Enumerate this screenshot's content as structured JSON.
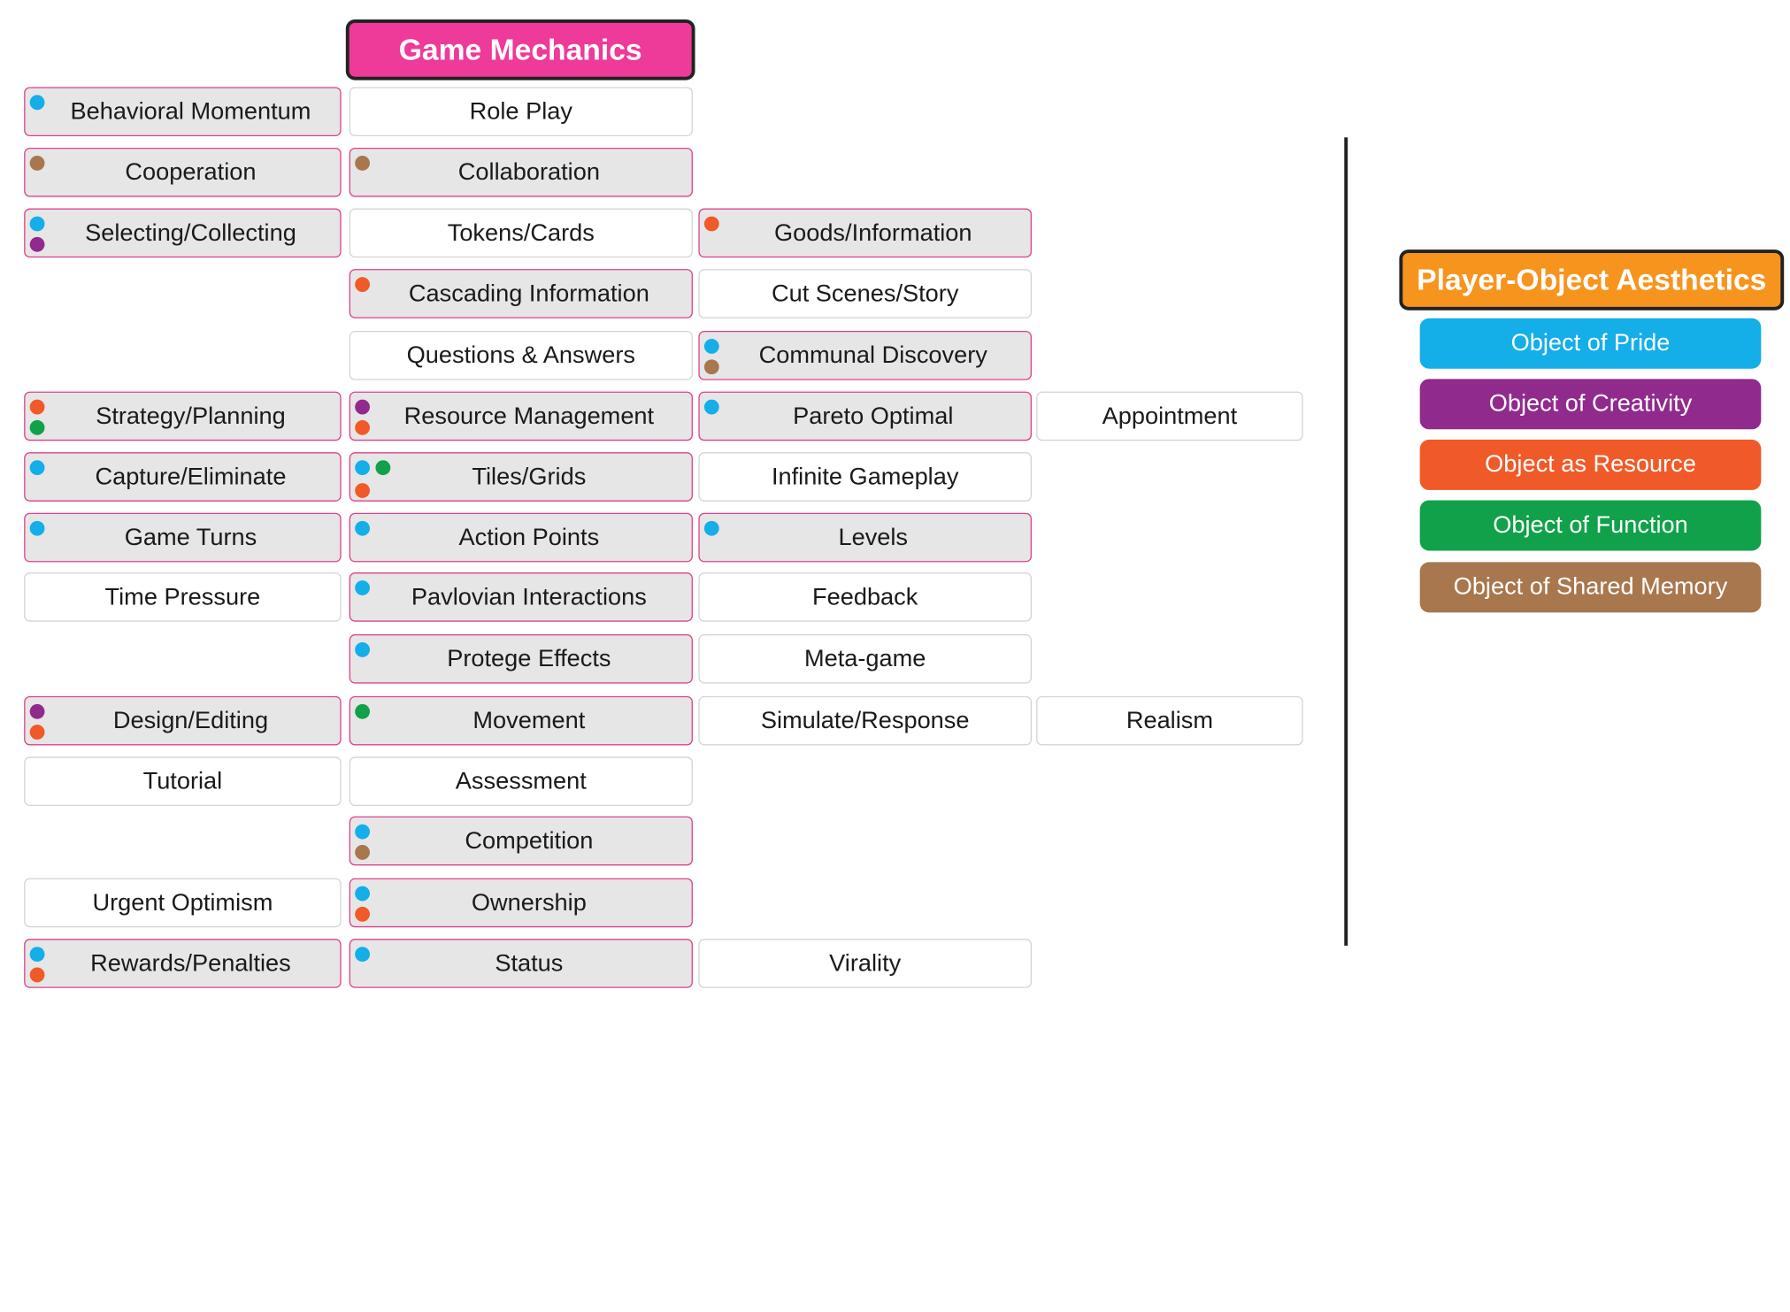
{
  "titles": {
    "game_mechanics": "Game Mechanics",
    "player_object_aesthetics": "Player-Object Aesthetics"
  },
  "aesthetics": [
    {
      "key": "pride",
      "label": "Object of Pride",
      "color": "#14aee8"
    },
    {
      "key": "creativity",
      "label": "Object of Creativity",
      "color": "#902a8c"
    },
    {
      "key": "resource",
      "label": "Object as Resource",
      "color": "#f05a28"
    },
    {
      "key": "function",
      "label": "Object of Function",
      "color": "#10a14a"
    },
    {
      "key": "memory",
      "label": "Object of Shared Memory",
      "color": "#a8774e"
    }
  ],
  "colors": {
    "title_game_mechanics": "#ee3a98",
    "title_aesthetics": "#f7941d",
    "highlight_border": "#e0408a"
  },
  "mechanics": [
    {
      "label": "Behavioral Momentum",
      "col": 0,
      "row": 0,
      "hl": true,
      "dots": [
        "pride"
      ]
    },
    {
      "label": "Role Play",
      "col": 1,
      "row": 0,
      "hl": false,
      "dots": []
    },
    {
      "label": "Cooperation",
      "col": 0,
      "row": 1,
      "hl": true,
      "dots": [
        "memory"
      ]
    },
    {
      "label": "Collaboration",
      "col": 1,
      "row": 1,
      "hl": true,
      "dots": [
        "memory"
      ]
    },
    {
      "label": "Selecting/Collecting",
      "col": 0,
      "row": 2,
      "hl": true,
      "dots": [
        "pride",
        "creativity"
      ]
    },
    {
      "label": "Tokens/Cards",
      "col": 1,
      "row": 2,
      "hl": false,
      "dots": []
    },
    {
      "label": "Goods/Information",
      "col": 2,
      "row": 2,
      "hl": true,
      "dots": [
        "resource"
      ]
    },
    {
      "label": "Cascading Information",
      "col": 1,
      "row": 3,
      "hl": true,
      "dots": [
        "resource"
      ]
    },
    {
      "label": "Cut Scenes/Story",
      "col": 2,
      "row": 3,
      "hl": false,
      "dots": []
    },
    {
      "label": "Questions & Answers",
      "col": 1,
      "row": 4,
      "hl": false,
      "dots": []
    },
    {
      "label": "Communal Discovery",
      "col": 2,
      "row": 4,
      "hl": true,
      "dots": [
        "pride",
        "memory"
      ]
    },
    {
      "label": "Strategy/Planning",
      "col": 0,
      "row": 5,
      "hl": true,
      "dots": [
        "resource",
        "function"
      ]
    },
    {
      "label": "Resource Management",
      "col": 1,
      "row": 5,
      "hl": true,
      "dots": [
        "creativity",
        "resource"
      ]
    },
    {
      "label": "Pareto Optimal",
      "col": 2,
      "row": 5,
      "hl": true,
      "dots": [
        "pride"
      ]
    },
    {
      "label": "Appointment",
      "col": 3,
      "row": 5,
      "hl": false,
      "dots": []
    },
    {
      "label": "Capture/Eliminate",
      "col": 0,
      "row": 6,
      "hl": true,
      "dots": [
        "pride"
      ]
    },
    {
      "label": "Tiles/Grids",
      "col": 1,
      "row": 6,
      "hl": true,
      "dots": [
        "pride",
        "function",
        "resource"
      ]
    },
    {
      "label": "Infinite Gameplay",
      "col": 2,
      "row": 6,
      "hl": false,
      "dots": []
    },
    {
      "label": "Game Turns",
      "col": 0,
      "row": 7,
      "hl": true,
      "dots": [
        "pride"
      ]
    },
    {
      "label": "Action Points",
      "col": 1,
      "row": 7,
      "hl": true,
      "dots": [
        "pride"
      ]
    },
    {
      "label": "Levels",
      "col": 2,
      "row": 7,
      "hl": true,
      "dots": [
        "pride"
      ]
    },
    {
      "label": "Time Pressure",
      "col": 0,
      "row": 8,
      "hl": false,
      "dots": []
    },
    {
      "label": "Pavlovian Interactions",
      "col": 1,
      "row": 8,
      "hl": true,
      "dots": [
        "pride"
      ]
    },
    {
      "label": "Feedback",
      "col": 2,
      "row": 8,
      "hl": false,
      "dots": []
    },
    {
      "label": "Protege Effects",
      "col": 1,
      "row": 9,
      "hl": true,
      "dots": [
        "pride"
      ]
    },
    {
      "label": "Meta-game",
      "col": 2,
      "row": 9,
      "hl": false,
      "dots": []
    },
    {
      "label": "Design/Editing",
      "col": 0,
      "row": 10,
      "hl": true,
      "dots": [
        "creativity",
        "resource"
      ]
    },
    {
      "label": "Movement",
      "col": 1,
      "row": 10,
      "hl": true,
      "dots": [
        "function"
      ]
    },
    {
      "label": "Simulate/Response",
      "col": 2,
      "row": 10,
      "hl": false,
      "dots": []
    },
    {
      "label": "Realism",
      "col": 3,
      "row": 10,
      "hl": false,
      "dots": []
    },
    {
      "label": "Tutorial",
      "col": 0,
      "row": 11,
      "hl": false,
      "dots": []
    },
    {
      "label": "Assessment",
      "col": 1,
      "row": 11,
      "hl": false,
      "dots": []
    },
    {
      "label": "Competition",
      "col": 1,
      "row": 12,
      "hl": true,
      "dots": [
        "pride",
        "memory"
      ]
    },
    {
      "label": "Urgent Optimism",
      "col": 0,
      "row": 13,
      "hl": false,
      "dots": []
    },
    {
      "label": "Ownership",
      "col": 1,
      "row": 13,
      "hl": true,
      "dots": [
        "pride",
        "resource"
      ]
    },
    {
      "label": "Rewards/Penalties",
      "col": 0,
      "row": 14,
      "hl": true,
      "dots": [
        "pride",
        "resource"
      ]
    },
    {
      "label": "Status",
      "col": 1,
      "row": 14,
      "hl": true,
      "dots": [
        "pride"
      ]
    },
    {
      "label": "Virality",
      "col": 2,
      "row": 14,
      "hl": false,
      "dots": []
    }
  ]
}
